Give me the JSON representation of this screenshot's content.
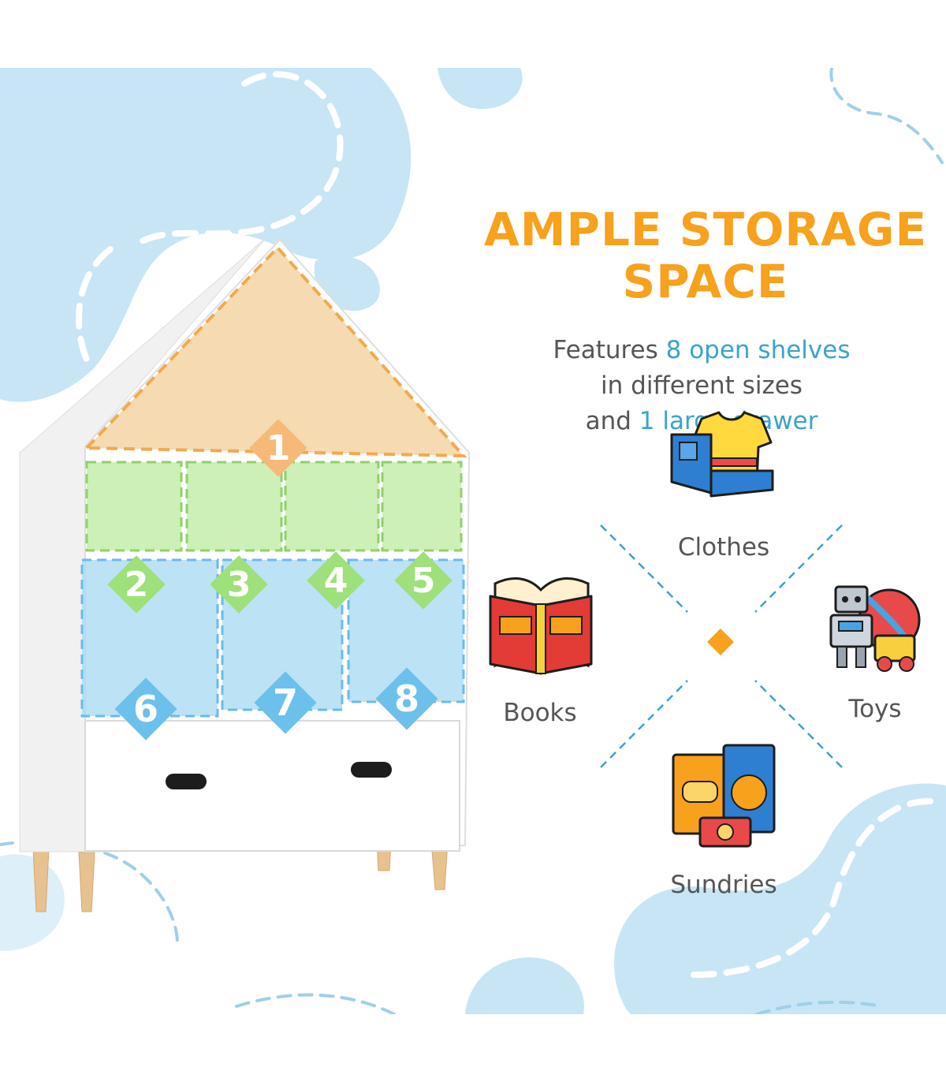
{
  "headline": {
    "line1": "AMPLE STORAGE",
    "line2": "SPACE"
  },
  "description": {
    "line1_prefix": "Features ",
    "line1_highlight": "8 open shelves",
    "line2": "in different sizes",
    "line3_prefix": "and ",
    "line3_highlight": "1 large drawer"
  },
  "categories": [
    {
      "label": "Clothes",
      "icon": "clothes-icon"
    },
    {
      "label": "Books",
      "icon": "book-icon"
    },
    {
      "label": "Toys",
      "icon": "toys-icon"
    },
    {
      "label": "Sundries",
      "icon": "snacks-icon"
    }
  ],
  "compartments": [
    "1",
    "2",
    "3",
    "4",
    "5",
    "6",
    "7",
    "8"
  ],
  "colors": {
    "headline": "#f7a11d",
    "highlight": "#3aa3cc",
    "roof_zone": "#f3cd97",
    "middle_zone": "#b6ea96",
    "lower_zone": "#a6d8f2",
    "background_blob": "#c7e5f5"
  }
}
